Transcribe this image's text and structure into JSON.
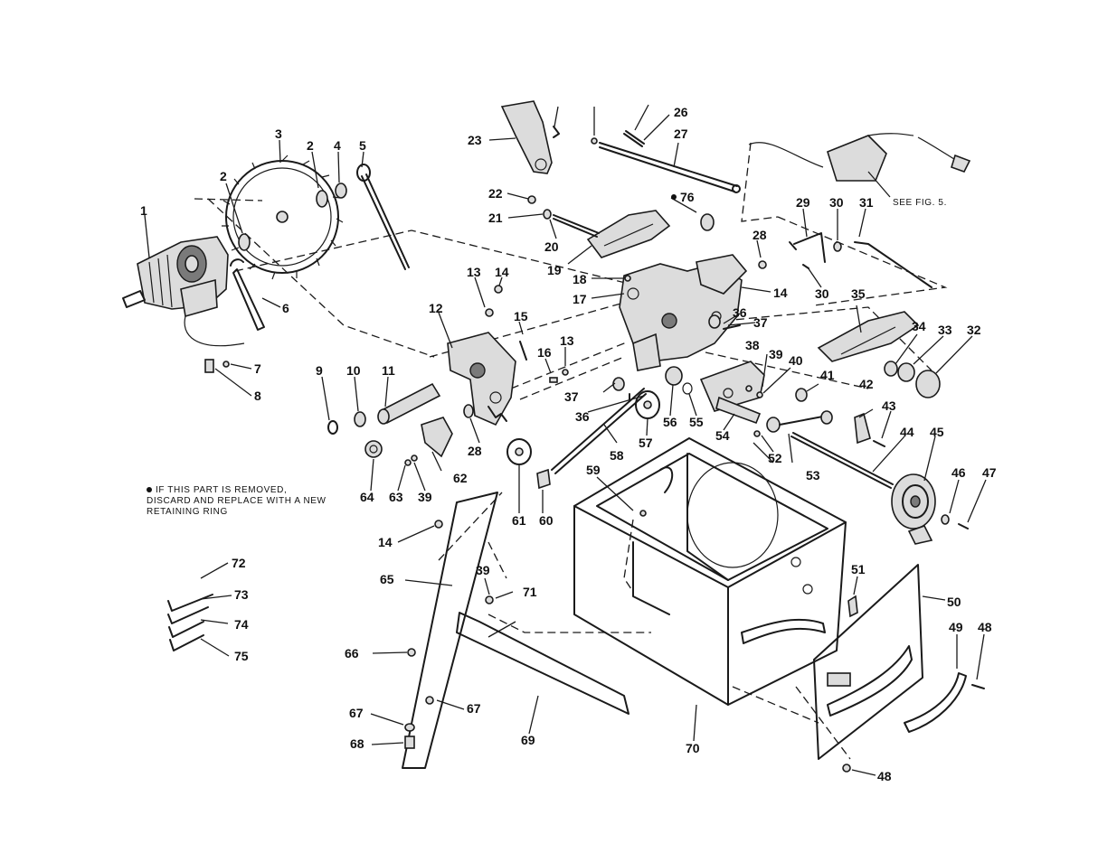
{
  "notes": {
    "retaining_ring": "IF THIS PART IS REMOVED, DISCARD AND REPLACE WITH A NEW RETAINING RING",
    "see_figure": "SEE FIG. 5."
  },
  "callouts": [
    "1",
    "2",
    "2",
    "3",
    "4",
    "5",
    "6",
    "7",
    "8",
    "9",
    "10",
    "11",
    "12",
    "13",
    "13",
    "14",
    "14",
    "14",
    "15",
    "16",
    "17",
    "18",
    "19",
    "20",
    "21",
    "22",
    "23",
    "26",
    "27",
    "28",
    "28",
    "29",
    "30",
    "30",
    "31",
    "32",
    "33",
    "34",
    "35",
    "36",
    "36",
    "37",
    "37",
    "38",
    "39",
    "39",
    "39",
    "40",
    "41",
    "42",
    "43",
    "44",
    "45",
    "46",
    "47",
    "48",
    "48",
    "49",
    "50",
    "51",
    "52",
    "53",
    "54",
    "55",
    "56",
    "57",
    "58",
    "59",
    "60",
    "61",
    "62",
    "63",
    "64",
    "65",
    "66",
    "67",
    "67",
    "68",
    "69",
    "70",
    "71",
    "72",
    "73",
    "74",
    "75",
    "76"
  ]
}
